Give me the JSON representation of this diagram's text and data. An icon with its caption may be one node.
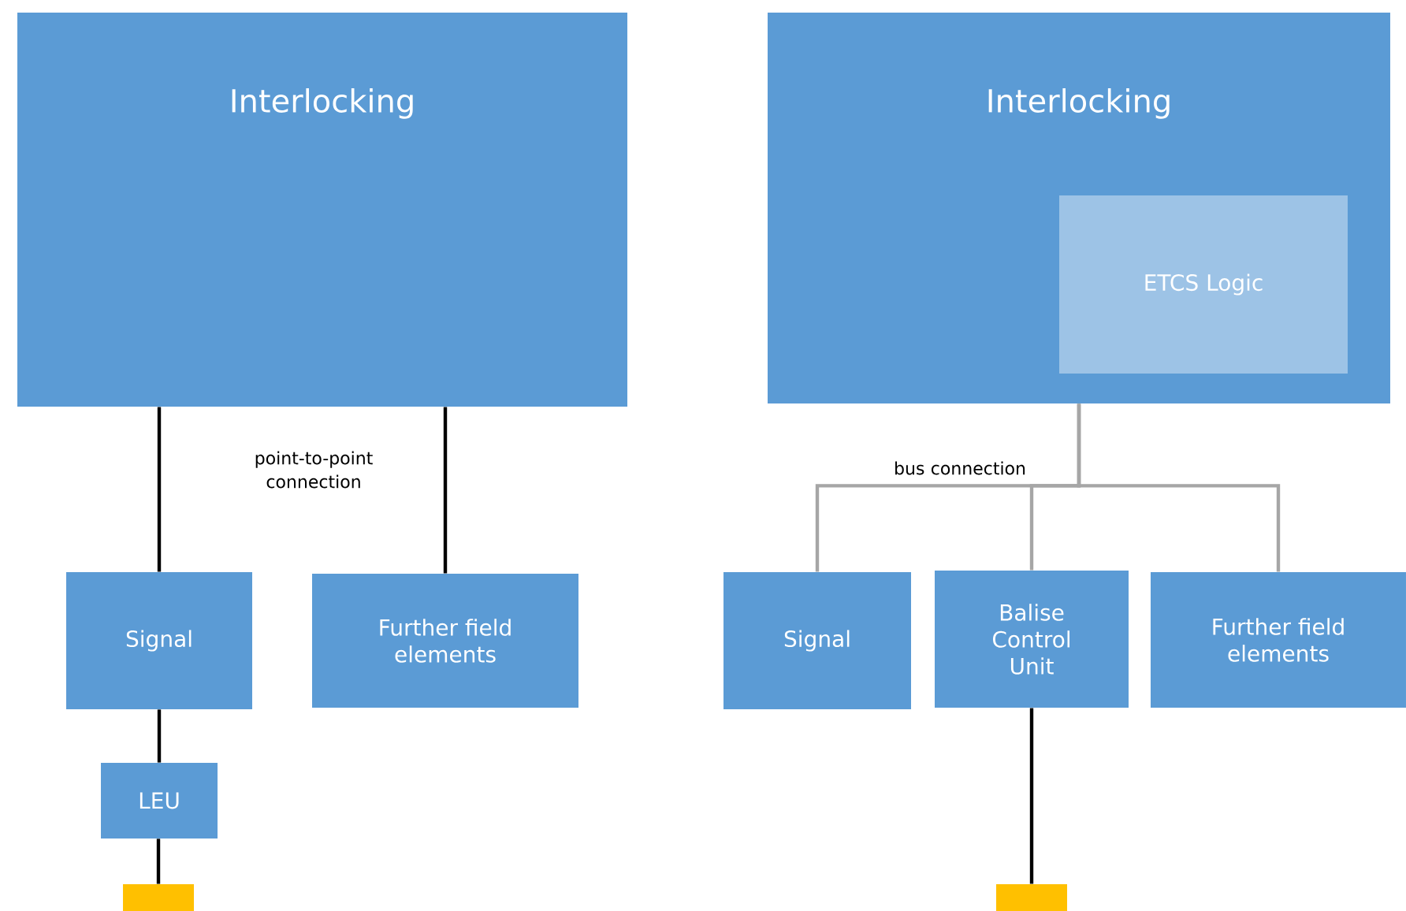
{
  "diagram": {
    "nodes": [
      {
        "text": [
          "Interlocking"
        ]
      },
      {
        "text": [
          "Signal"
        ]
      },
      {
        "text": [
          "Further field elements"
        ]
      },
      {
        "text": [
          "LEU"
        ]
      },
      {
        "text": [],
        "shape": "box"
      },
      {
        "text": [
          "Interlocking"
        ]
      },
      {
        "text": [
          "ETCS Logic"
        ],
        "in": 5
      },
      {
        "text": [
          "Signal"
        ]
      },
      {
        "text": [
          "Balise Control Unit"
        ]
      },
      {
        "text": [
          "Further field elements"
        ]
      },
      {
        "text": [],
        "shape": "box"
      }
    ],
    "edges": [
      {
        "from": 0,
        "to": 1,
        "arrow": "none"
      },
      {
        "from": 0,
        "to": 2,
        "arrow": "none"
      },
      {
        "from": 1,
        "to": 3,
        "arrow": "none"
      },
      {
        "from": 3,
        "to": 4,
        "arrow": "none"
      },
      {
        "from": 5,
        "to": 7,
        "arrow": "none",
        "color": "#a6a6a6"
      },
      {
        "from": 5,
        "to": 8,
        "arrow": "none",
        "color": "#a6a6a6"
      },
      {
        "from": 5,
        "to": 9,
        "arrow": "none",
        "color": "#a6a6a6"
      },
      {
        "from": 8,
        "to": 10,
        "arrow": "none"
      }
    ],
    "labels": [
      "point-to-point connection",
      "bus connection"
    ]
  }
}
